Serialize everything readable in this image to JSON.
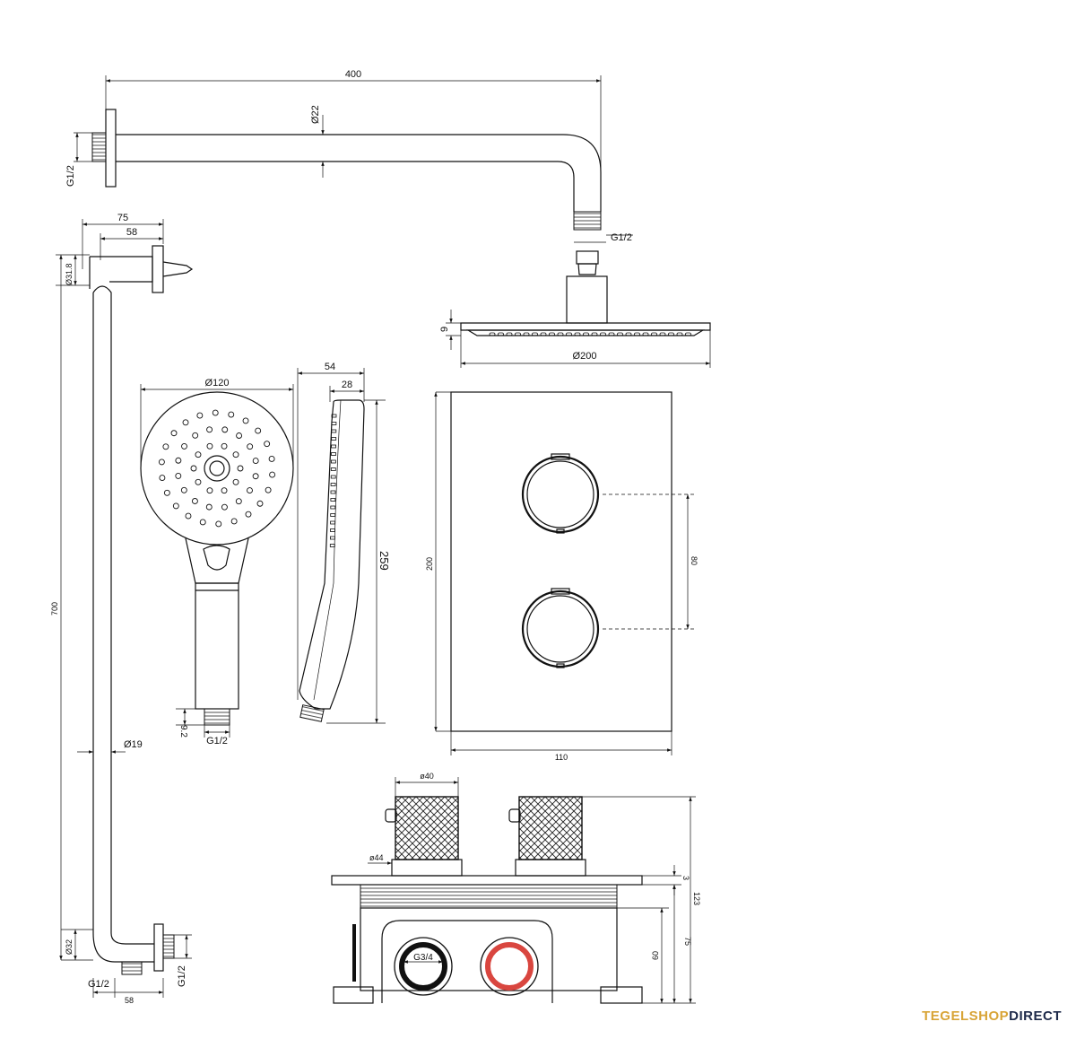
{
  "dimensions": {
    "arm_length": "400",
    "arm_diameter": "Ø22",
    "arm_thread": "G1/2",
    "arm_outlet_thread": "G1/2",
    "head_height": "9",
    "head_diameter": "Ø200",
    "holder_depth": "75",
    "holder_offset": "58",
    "holder_bracket": "Ø31.8",
    "rail_length": "700",
    "rail_diameter": "Ø19",
    "rail_bottom_bracket": "Ø32",
    "rail_bottom_thread": "G1/2",
    "rail_bottom_offset": "58",
    "rail_side_thread": "G1/2",
    "hand_diameter": "Ø120",
    "hand_connector_height": "9.2",
    "hand_connector_thread": "G1/2",
    "hand_depth": "54",
    "hand_head_depth": "28",
    "hand_length": "259",
    "plate_height": "200",
    "plate_width": "110",
    "knob_spacing": "80",
    "knob_diameter": "ø40",
    "rosette_diameter": "ø44",
    "inlet_thread": "G3/4",
    "plate_thickness": "3",
    "total_depth": "123",
    "box_depth": "75",
    "box_inner_depth": "60"
  },
  "brand": {
    "part1": "TEGELSHOP",
    "part2": "DIRECT"
  },
  "colors": {
    "hot_indicator": "#d9463f",
    "brand_gold": "#d8a437",
    "brand_navy": "#1e2a4a"
  }
}
